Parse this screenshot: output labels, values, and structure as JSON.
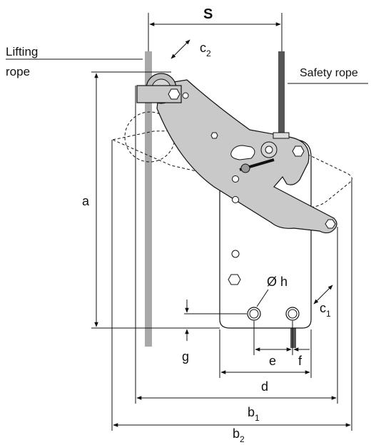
{
  "labels": {
    "s": "S",
    "lifting_rope_line1": "Lifting",
    "lifting_rope_line2": "rope",
    "safety_rope": "Safety rope",
    "a": "a",
    "b1_main": "b",
    "b1_sub": "1",
    "b2_main": "b",
    "b2_sub": "2",
    "c1_main": "c",
    "c1_sub": "1",
    "c2_main": "c",
    "c2_sub": "2",
    "d": "d",
    "e": "e",
    "f": "f",
    "g": "g",
    "h": "Ø h"
  },
  "colors": {
    "lifting_rope": "#a8a8a8",
    "safety_rope": "#555555",
    "lever_fill": "#c9c9c9",
    "line": "#111111"
  }
}
